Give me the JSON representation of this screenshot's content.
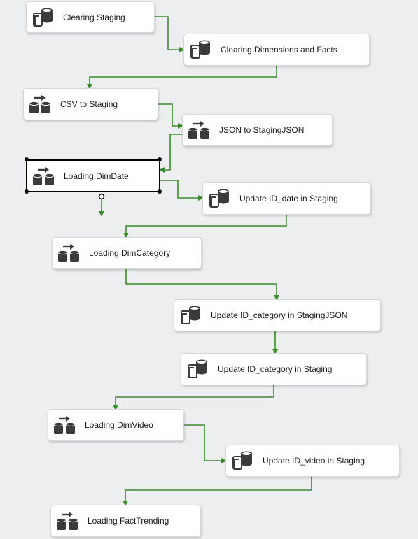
{
  "tasks": [
    {
      "id": "clearing-staging",
      "label": "Clearing Staging",
      "icon": "execute-sql-task-icon"
    },
    {
      "id": "clearing-dimensions",
      "label": "Clearing Dimensions and Facts",
      "icon": "execute-sql-task-icon"
    },
    {
      "id": "csv-to-staging",
      "label": "CSV to Staging",
      "icon": "data-flow-task-icon"
    },
    {
      "id": "json-to-stagingjson",
      "label": "JSON to StagingJSON",
      "icon": "data-flow-task-icon"
    },
    {
      "id": "loading-dimdate",
      "label": "Loading DimDate",
      "icon": "data-flow-task-icon",
      "selected": true
    },
    {
      "id": "update-id-date",
      "label": "Update ID_date in Staging",
      "icon": "execute-sql-task-icon"
    },
    {
      "id": "loading-dimcategory",
      "label": "Loading DimCategory",
      "icon": "data-flow-task-icon"
    },
    {
      "id": "update-id-category-json",
      "label": "Update ID_category in StagingJSON",
      "icon": "execute-sql-task-icon"
    },
    {
      "id": "update-id-category",
      "label": "Update ID_category in Staging",
      "icon": "execute-sql-task-icon"
    },
    {
      "id": "loading-dimvideo",
      "label": "Loading DimVideo",
      "icon": "data-flow-task-icon"
    },
    {
      "id": "update-id-video",
      "label": "Update ID_video in Staging",
      "icon": "execute-sql-task-icon"
    },
    {
      "id": "loading-facttrending",
      "label": "Loading FactTrending",
      "icon": "data-flow-task-icon"
    }
  ],
  "colors": {
    "background": "#eceef0",
    "connector": "#3c8a2e",
    "box": "#ffffff",
    "selected_border": "#000000"
  }
}
